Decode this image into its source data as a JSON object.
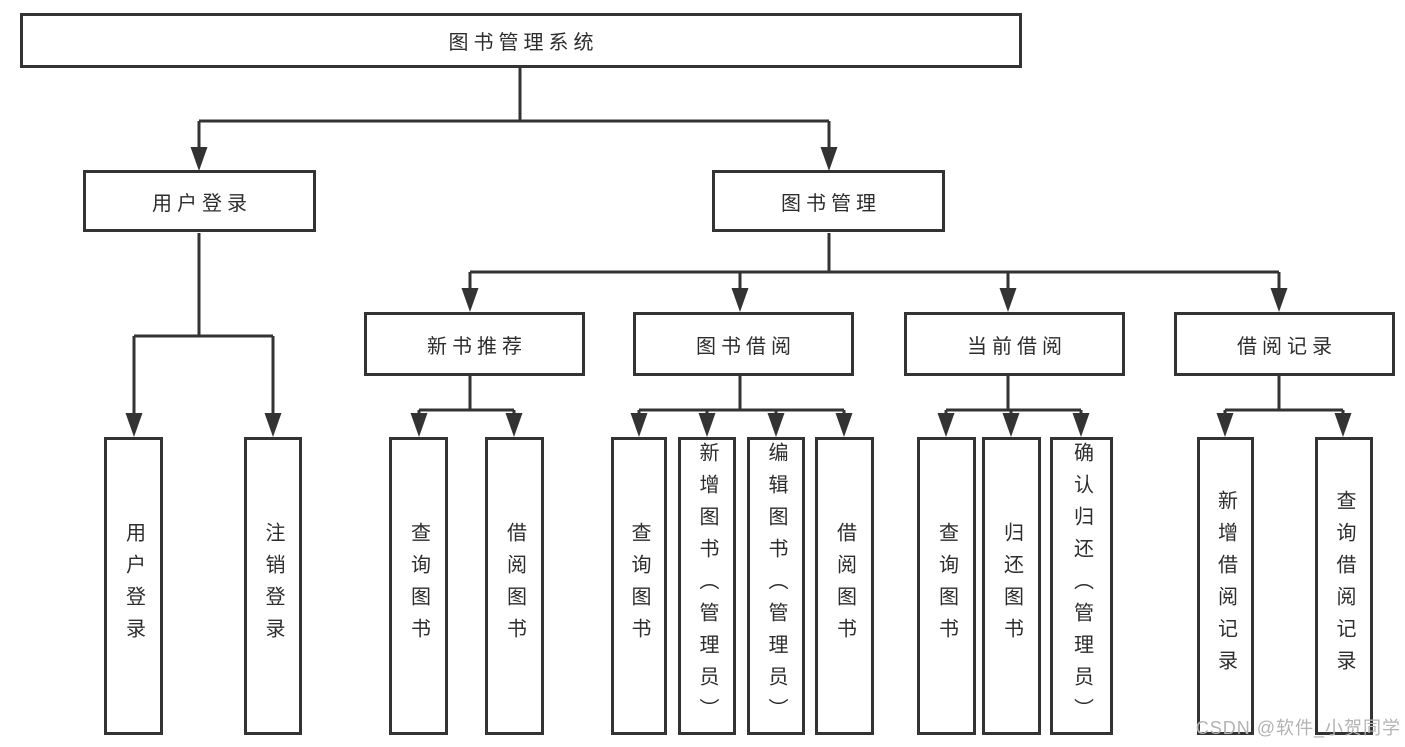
{
  "tree": {
    "root": "图书管理系统",
    "level2": [
      "用户登录",
      "图书管理"
    ],
    "level3": [
      "新书推荐",
      "图书借阅",
      "当前借阅",
      "借阅记录"
    ],
    "leaves": [
      "用户登录",
      "注销登录",
      "查询图书",
      "借阅图书",
      "查询图书",
      "新增图书（管理员）",
      "编辑图书（管理员）",
      "借阅图书",
      "查询图书",
      "归还图书",
      "确认归还（管理员）",
      "新增借阅记录",
      "查询借阅记录"
    ]
  },
  "watermark": "CSDN @软件_小贺同学",
  "colors": {
    "line": "#333333",
    "box_border": "#333333",
    "text": "#2d2d2d",
    "watermark": "#b3b3b3",
    "background": "#ffffff"
  }
}
